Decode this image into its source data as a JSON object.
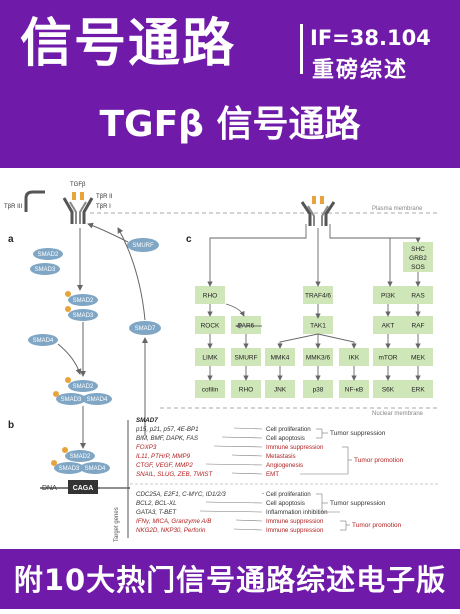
{
  "header": {
    "title": "信号通路",
    "if_label": "IF=38.104",
    "review_label": "重磅综述",
    "subtitle": "TGFβ 信号通路"
  },
  "footer": {
    "text": "附10大热门信号通路综述电子版"
  },
  "diagram": {
    "receptors": {
      "tgfb": "TGFβ",
      "tbr2": "TβR II",
      "tbr1": "TβR I",
      "tbr3": "TβR III"
    },
    "membrane": {
      "plasma": "Plasma membrane",
      "nuclear": "Nuclear membrane"
    },
    "panel_labels": {
      "a": "a",
      "b": "b",
      "c": "c"
    },
    "smad": {
      "smad2a": "SMAD2",
      "smad3a": "SMAD3",
      "smad2b": "SMAD2",
      "smad3b": "SMAD3",
      "smad4a": "SMAD4",
      "smad2c": "SMAD2",
      "smad3c": "SMAD3",
      "smad4c": "SMAD4",
      "smad2d": "SMAD2",
      "smad3d": "SMAD3",
      "smad4d": "SMAD4",
      "smurf": "SMURF",
      "smad7": "SMAD7"
    },
    "dna": {
      "label": "DNA",
      "box": "CAGA"
    },
    "target_label": "Target genes",
    "nodes": {
      "rho1": "RHO",
      "rock": "ROCK",
      "limk": "LIMK",
      "cofilin": "cofilin",
      "par6": "PAR6",
      "smurf2": "SMURF",
      "rho2": "RHO",
      "traf": "TRAF4/6",
      "tak1": "TAK1",
      "mmk4": "MMK4",
      "mmk36": "MMK3/6",
      "ikk": "IKK",
      "jnk": "JNK",
      "p38": "p38",
      "nfkb": "NF-κB",
      "pi3k": "PI3K",
      "akt": "AKT",
      "mtor": "mTOR",
      "s6k": "S6K",
      "shc": "SHC",
      "grb2": "GRB2",
      "sos": "SOS",
      "ras": "RAS",
      "raf": "RAF",
      "mek": "MEK",
      "erk": "ERK"
    },
    "genes": [
      {
        "text": "SMAD7",
        "color": "#222222"
      },
      {
        "text": "p15, p21, p57, 4E-BP1",
        "color": "#333333"
      },
      {
        "text": "BIM, BMF, DAPK, FAS",
        "color": "#333333"
      },
      {
        "text": "FOXP3",
        "color": "#b22222"
      },
      {
        "text": "IL11, PTHrP, MMP9",
        "color": "#b22222"
      },
      {
        "text": "CTGF, VEGF, MMP2",
        "color": "#b22222"
      },
      {
        "text": "SNAIL, SLUG, ZEB, TWIST",
        "color": "#b22222"
      },
      {
        "text": "CDC25A, E2F1, C-MYC, ID1/2/3",
        "color": "#333333"
      },
      {
        "text": "BCL2, BCL-XL",
        "color": "#333333"
      },
      {
        "text": "GATA3, T-BET",
        "color": "#333333"
      },
      {
        "text": "IFNγ, MICA, Granzyme A/B",
        "color": "#b22222"
      },
      {
        "text": "NKG2D, NKP30, Perforin",
        "color": "#b22222"
      }
    ],
    "effects": [
      {
        "text": "Cell proliferation",
        "color": "#333333"
      },
      {
        "text": "Cell apoptosis",
        "color": "#333333"
      },
      {
        "text": "Immune suppression",
        "color": "#b22222"
      },
      {
        "text": "Metastasis",
        "color": "#b22222"
      },
      {
        "text": "Angiogenesis",
        "color": "#b22222"
      },
      {
        "text": "EMT",
        "color": "#b22222"
      },
      {
        "text": "Cell proliferation",
        "color": "#333333"
      },
      {
        "text": "Cell apoptosis",
        "color": "#333333"
      },
      {
        "text": "Inflammation inhibition",
        "color": "#333333"
      },
      {
        "text": "Immune suppression",
        "color": "#b22222"
      },
      {
        "text": "Immune suppression",
        "color": "#b22222"
      }
    ],
    "outcomes": {
      "ts1": "Tumor suppression",
      "tp1": "Tumor promotion",
      "ts2": "Tumor suppression",
      "tp2": "Tumor promotion"
    }
  },
  "colors": {
    "purple": "#6f1aa8",
    "smad_fill": "#7fa6c4",
    "node_fill": "#cfe6b8",
    "ligand": "#e8a33a",
    "red_text": "#b22222"
  }
}
